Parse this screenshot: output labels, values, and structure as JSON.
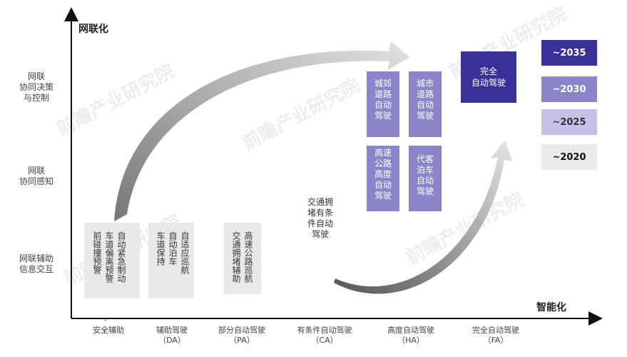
{
  "axes": {
    "y_title": "网联化",
    "x_title": "智能化"
  },
  "y_levels": [
    "网联\n协同决策\n与控制",
    "网联\n协同感知",
    "网联辅助\n信息交互"
  ],
  "x_levels": [
    "安全辅助",
    "辅助驾驶\n（DA）",
    "部分自动驾驶\n（PA）",
    "有条件自动驾驶\n（CA）",
    "高度自动驾驶\n（HA）",
    "完全自动驾驶\n（FA）"
  ],
  "features": {
    "safety": [
      "前碰撞预警",
      "车道偏离预警",
      "自动紧急制动"
    ],
    "da": [
      "车道保持",
      "自动泊车",
      "自适应巡航"
    ],
    "pa": [
      "交通拥堵辅助",
      "高速公路巡航"
    ],
    "ca": "交通拥\n堵有条\n件自动\n驾驶",
    "ha_city": [
      "城郊\n道路\n自动\n驾驶",
      "城市\n道路\n自动\n驾驶"
    ],
    "ha_highway": [
      "高速\n公路\n高度\n自动\n驾驶",
      "代客\n泊车\n自动\n驾驶"
    ],
    "fa": "完全\n自动驾驶"
  },
  "legend": [
    {
      "label": "~2035",
      "color": "#3a309a",
      "text_color": "#ffffff"
    },
    {
      "label": "~2030",
      "color": "#8a84c9",
      "text_color": "#ffffff"
    },
    {
      "label": "~2025",
      "color": "#c4c0e8",
      "text_color": "#333333"
    },
    {
      "label": "~2020",
      "color": "#eaeaea",
      "text_color": "#111111"
    }
  ],
  "watermark": "前瞻产业研究院"
}
